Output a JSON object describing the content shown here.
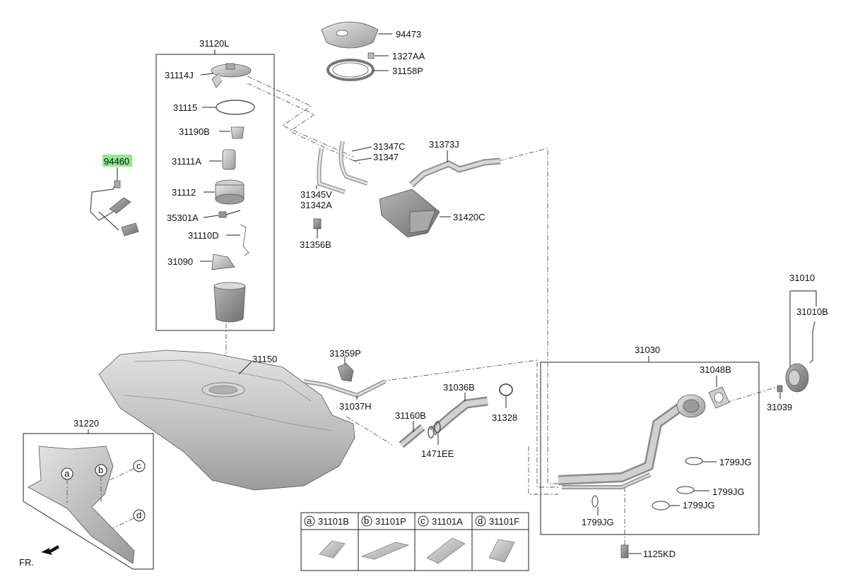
{
  "diagram": {
    "callouts": {
      "p94473": "94473",
      "p1327AA": "1327AA",
      "p31158P": "31158P",
      "p31120L": "31120L",
      "p31114J": "31114J",
      "p31115": "31115",
      "p31190B": "31190B",
      "p31111A": "31111A",
      "p31112": "31112",
      "p35301A": "35301A",
      "p31110D": "31110D",
      "p31090": "31090",
      "p94460": "94460",
      "p31347C": "31347C",
      "p31347": "31347",
      "p31373J": "31373J",
      "p31345V": "31345V",
      "p31342A": "31342A",
      "p31420C": "31420C",
      "p31356B": "31356B",
      "p31010": "31010",
      "p31010B": "31010B",
      "p31150": "31150",
      "p31359P": "31359P",
      "p31037H": "31037H",
      "p31036B": "31036B",
      "p31160B": "31160B",
      "p31328": "31328",
      "p1471EE": "1471EE",
      "p31030": "31030",
      "p31048B": "31048B",
      "p31039": "31039",
      "p1799JG_a": "1799JG",
      "p1799JG_b": "1799JG",
      "p1799JG_c": "1799JG",
      "p1799JG_d": "1799JG",
      "p1125KD": "1125KD",
      "p31220": "31220"
    },
    "highlighted_part": "94460",
    "inset_markers": [
      "a",
      "b",
      "c",
      "d"
    ],
    "pad_table": [
      {
        "marker": "a",
        "part": "31101B"
      },
      {
        "marker": "b",
        "part": "31101P"
      },
      {
        "marker": "c",
        "part": "31101A"
      },
      {
        "marker": "d",
        "part": "31101F"
      }
    ],
    "front_label": "FR.",
    "colors": {
      "highlight": "#8ee88e",
      "part_fill": "#c9c9c9",
      "line": "#222222"
    }
  }
}
